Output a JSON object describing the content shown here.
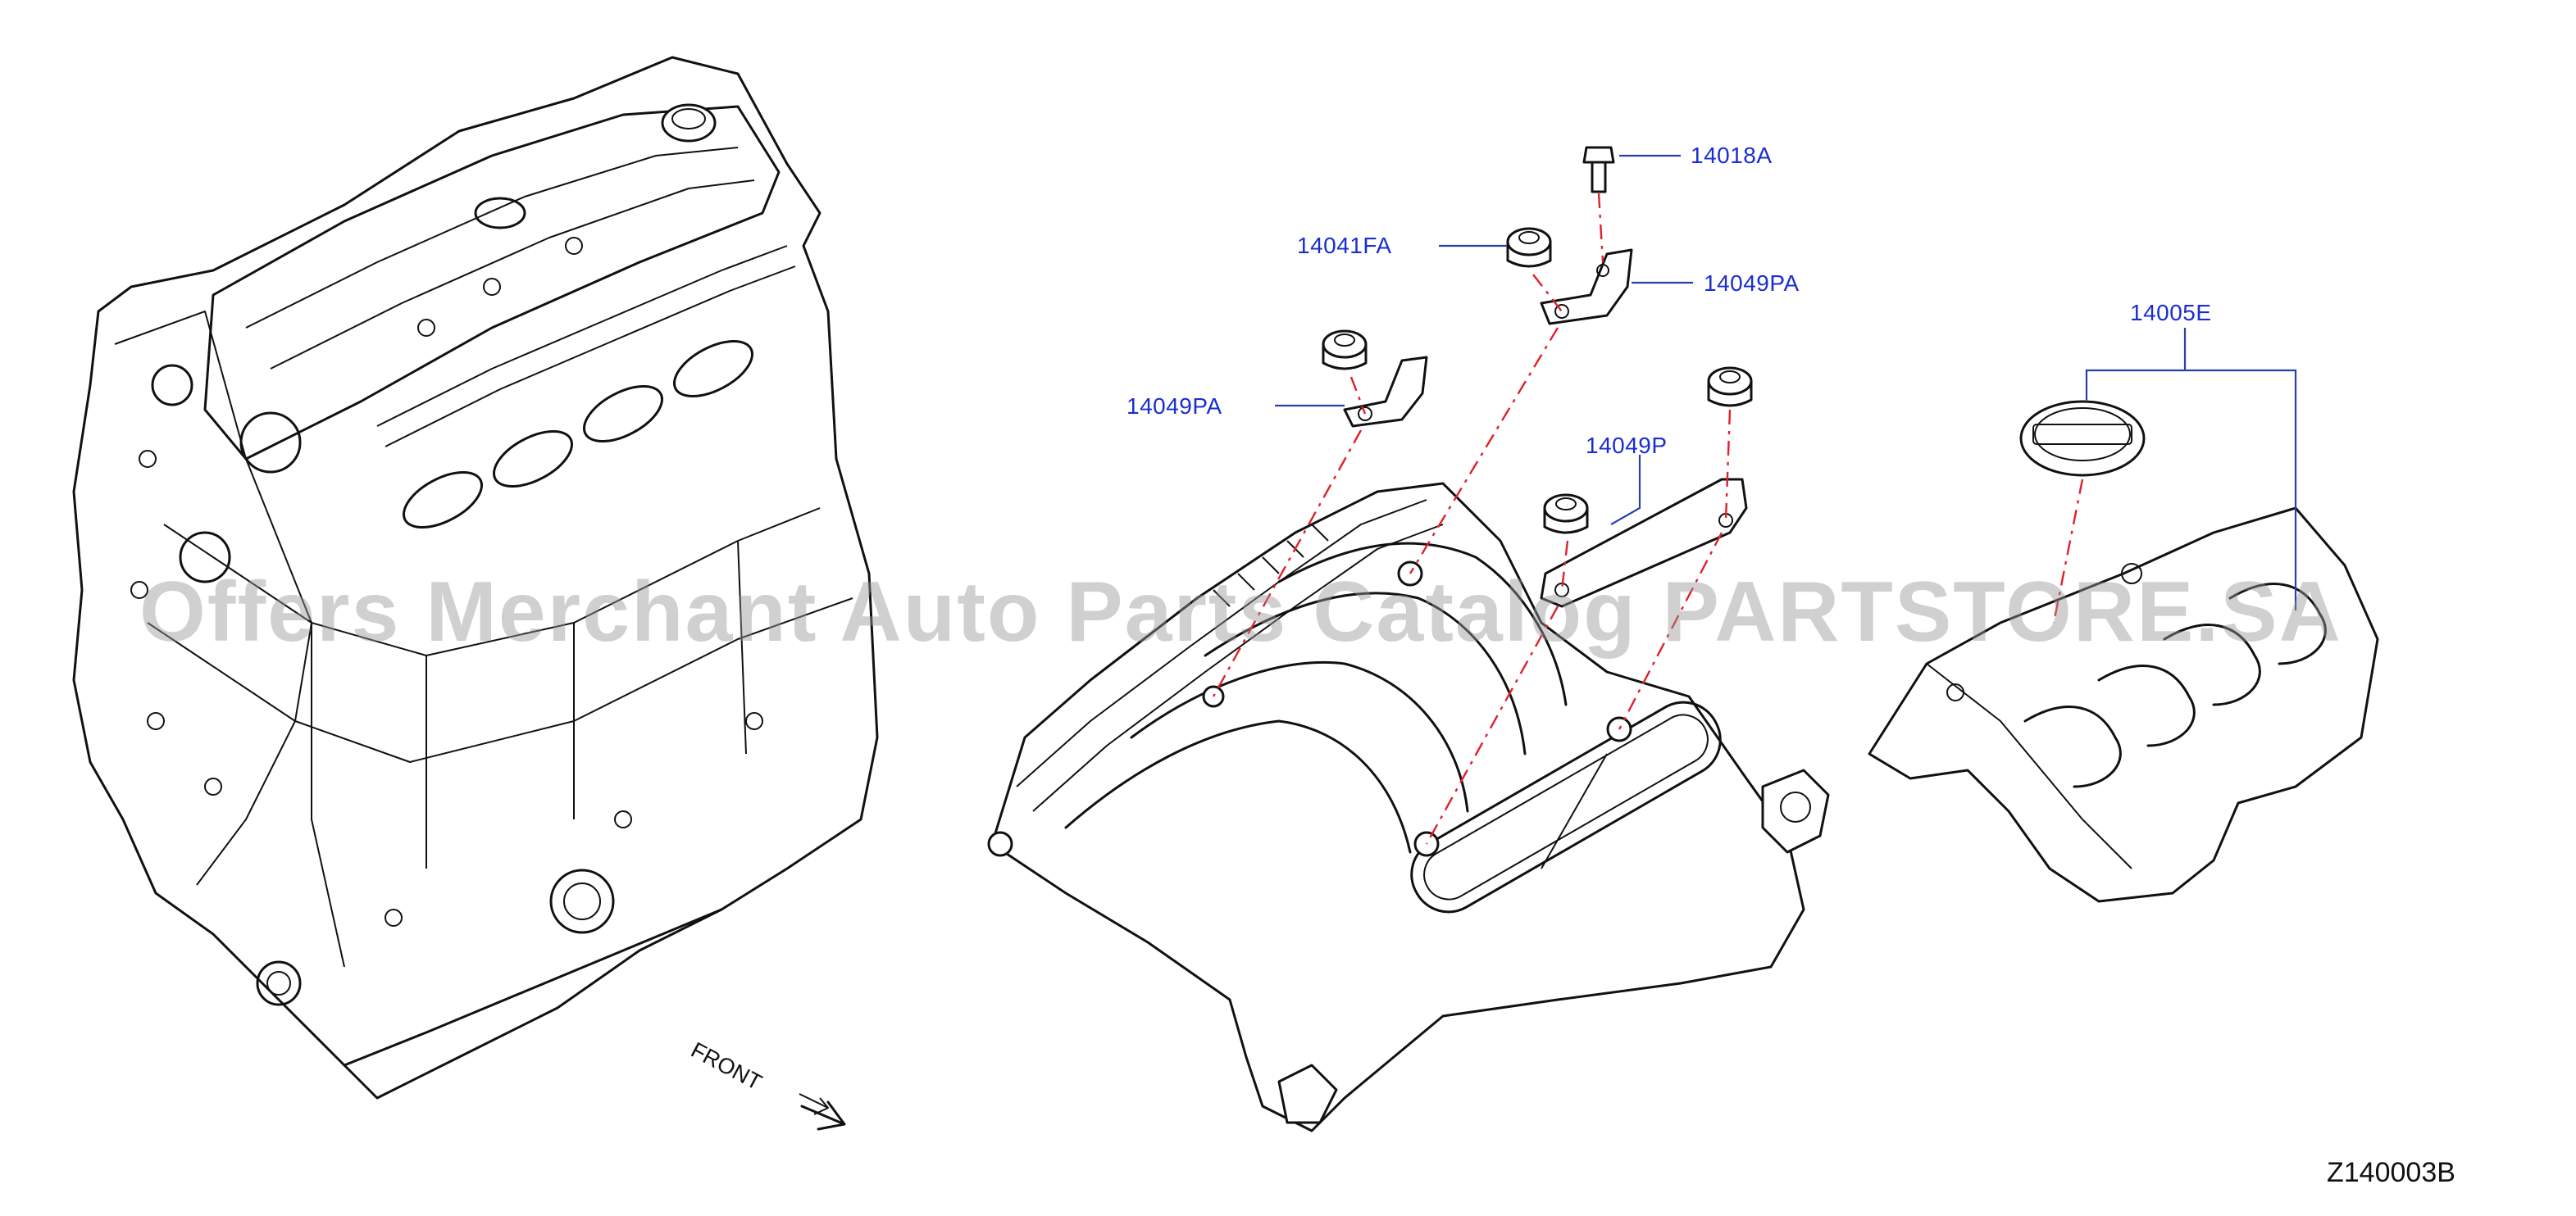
{
  "diagram": {
    "code": "Z140003B",
    "front_label": "FRONT",
    "watermark": "Offers Merchant Auto Parts Catalog PARTSTORE.SA",
    "callouts": [
      {
        "id": "14018A",
        "label": "14018A"
      },
      {
        "id": "14041FA",
        "label": "14041FA"
      },
      {
        "id": "14049PA_upper",
        "label": "14049PA"
      },
      {
        "id": "14049PA_left",
        "label": "14049PA"
      },
      {
        "id": "14049P",
        "label": "14049P"
      },
      {
        "id": "14005E",
        "label": "14005E"
      }
    ],
    "colors": {
      "line_art": "#111111",
      "callout_text": "#1a2ed0",
      "leader_lines": "#2a3fa8",
      "assembly_dashes": "#e0202a",
      "watermark": "#969696"
    }
  }
}
